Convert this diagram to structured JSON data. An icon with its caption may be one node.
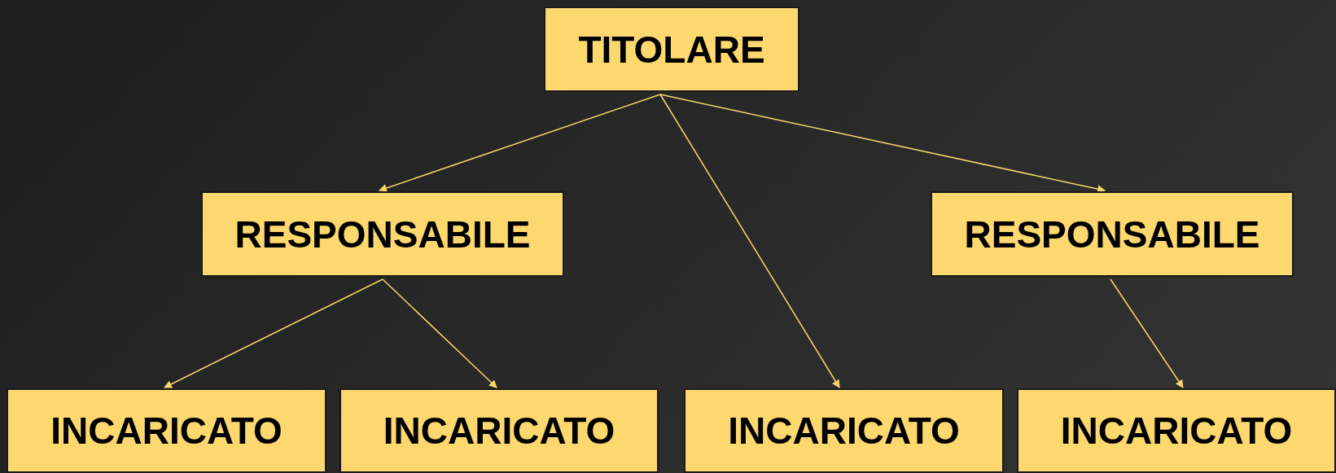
{
  "diagram": {
    "nodes": [
      {
        "text": [
          "TITOLARE"
        ]
      },
      {
        "text": [
          "RESPONSABILE"
        ]
      },
      {
        "text": [
          "RESPONSABILE"
        ]
      },
      {
        "text": [
          "INCARICATO"
        ]
      },
      {
        "text": [
          "INCARICATO"
        ]
      },
      {
        "text": [
          "INCARICATO"
        ]
      },
      {
        "text": [
          "INCARICATO"
        ]
      }
    ],
    "edges": [
      {
        "from": 0,
        "to": 1,
        "arrow": "to"
      },
      {
        "from": 0,
        "to": 5,
        "arrow": "to"
      },
      {
        "from": 0,
        "to": 2,
        "arrow": "to"
      },
      {
        "from": 1,
        "to": 3,
        "arrow": "to"
      },
      {
        "from": 1,
        "to": 4,
        "arrow": "to"
      },
      {
        "from": 2,
        "to": 6,
        "arrow": "to"
      }
    ]
  }
}
